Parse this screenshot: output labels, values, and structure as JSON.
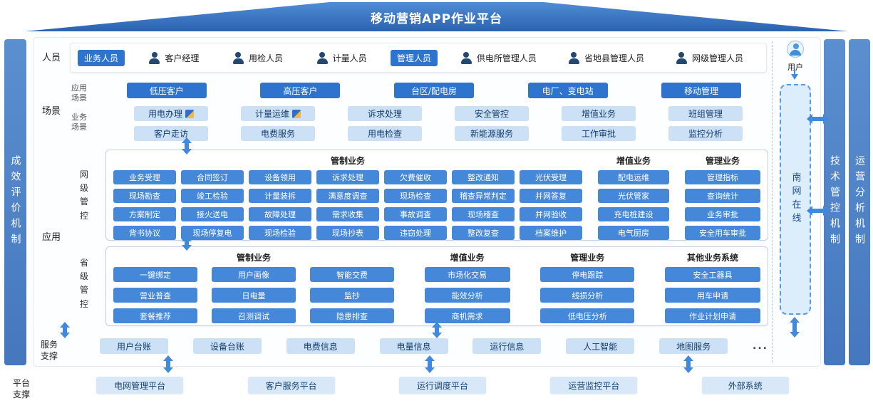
{
  "banner": {
    "title": "移动营销APP作业平台"
  },
  "mechanisms": {
    "left": "成效评价机制",
    "right_inner": "技术管控机制",
    "right_outer": "运营分析机制"
  },
  "right_panel": {
    "user": "用户",
    "channel": "南网在线"
  },
  "personnel": {
    "label": "人员",
    "business_tag": "业务人员",
    "business_members": [
      "客户经理",
      "用检人员",
      "计量人员"
    ],
    "manager_tag": "管理人员",
    "manager_members": [
      "供电所管理人员",
      "省地县管理人员",
      "网级管理人员"
    ]
  },
  "scene": {
    "label": "场景",
    "app": {
      "label": "应用场景",
      "items": [
        "低压客户",
        "高压客户",
        "台区/配电房",
        "电厂、变电站",
        "移动管理"
      ]
    },
    "biz": {
      "label": "业务场景",
      "items": [
        {
          "label": "用电办理",
          "icon": "app-badge-icon"
        },
        {
          "label": "计量运维",
          "icon": "app-badge-icon"
        },
        "诉求处理",
        "安全管控",
        "增值业务",
        "班组管理",
        "客户走访",
        "电费服务",
        "用电检查",
        "新能源服务",
        "工作审批",
        "监控分析"
      ]
    }
  },
  "application": {
    "label": "应用",
    "network": {
      "label": "网级管控",
      "regulated": {
        "header": "管制业务",
        "items": [
          "业务受理",
          "合同签订",
          "设备领用",
          "诉求处理",
          "欠费催收",
          "整改通知",
          "光伏受理",
          "现场勘查",
          "竣工检验",
          "计量装拆",
          "满意度调查",
          "现场检查",
          "稽查异常判定",
          "并网答复",
          "方案制定",
          "接火送电",
          "故障处理",
          "需求收集",
          "事故调查",
          "现场稽查",
          "并网验收",
          "背书协议",
          "现场停复电",
          "现场检验",
          "现场抄表",
          "违窃处理",
          "整改复查",
          "档案维护"
        ]
      },
      "value_added": {
        "header": "增值业务",
        "items": [
          "配电运维",
          "光伏管家",
          "充电桩建设",
          "电气厨房"
        ]
      },
      "management": {
        "header": "管理业务",
        "items": [
          "管理指标",
          "查询统计",
          "业务审批",
          "安全用车审批"
        ]
      }
    },
    "province": {
      "label": "省级管控",
      "regulated": {
        "header": "管制业务",
        "items": [
          "一键绑定",
          "用户画像",
          "智能交费",
          "营业普查",
          "日电量",
          "监抄",
          "套餐推荐",
          "召测调试",
          "隐患排查"
        ]
      },
      "value_added": {
        "header": "增值业务",
        "items": [
          "市场化交易",
          "能效分析",
          "商机需求"
        ]
      },
      "management": {
        "header": "管理业务",
        "items": [
          "停电跟踪",
          "线损分析",
          "低电压分析"
        ]
      },
      "other": {
        "header": "其他业务系统",
        "items": [
          "安全工器具",
          "用车申请",
          "作业计划申请"
        ]
      }
    }
  },
  "service": {
    "label": "服务支撑",
    "items": [
      "用户台账",
      "设备台账",
      "电费信息",
      "电量信息",
      "运行信息",
      "人工智能",
      "地图服务",
      "..."
    ]
  },
  "platform": {
    "label": "平台支撑",
    "items": [
      "电网管理平台",
      "客户服务平台",
      "运行调度平台",
      "运营监控平台",
      "外部系统"
    ]
  },
  "colors": {
    "accent": "#4189dc",
    "solid_button": "#2e74cf",
    "grid_button": "#4587d8",
    "light_button": "#cce1f5",
    "mechanism_bar": "#4f82c8"
  }
}
